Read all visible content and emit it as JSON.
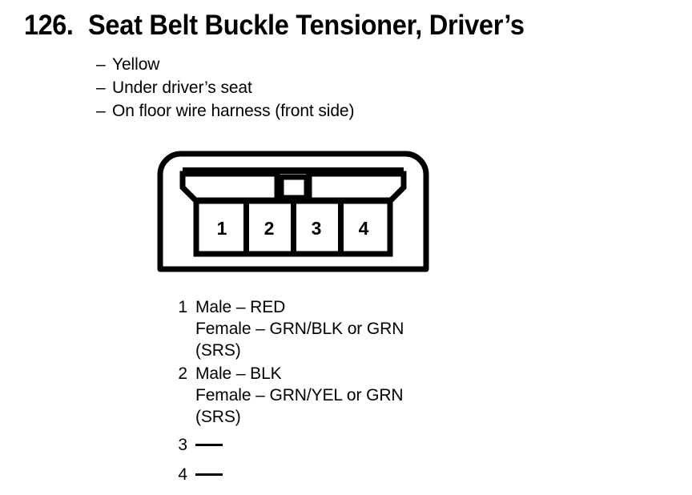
{
  "page": {
    "item_number": "126.",
    "title": "Seat Belt Buckle Tensioner, Driver’s"
  },
  "description": {
    "dash": "–",
    "items": [
      {
        "label": "Yellow"
      },
      {
        "label": "Under driver’s seat"
      },
      {
        "label": "On floor wire harness (front side)"
      }
    ]
  },
  "connector": {
    "name": "4-pin connector face view",
    "cavity_count": 4,
    "cavities": [
      {
        "number": "1"
      },
      {
        "number": "2"
      },
      {
        "number": "3"
      },
      {
        "number": "4"
      }
    ],
    "features": {
      "left_latch_tab": "chamfered-left-latch-tab",
      "center_notch": "center-square-notch",
      "right_latch_tab": "chamfered-right-latch-tab"
    },
    "line_color": "#000000",
    "fill_color": "#ffffff"
  },
  "pin_legend": {
    "pins": [
      {
        "number": "1",
        "lines": [
          "Male – RED",
          "Female – GRN/BLK or GRN",
          "(SRS)"
        ],
        "empty": false
      },
      {
        "number": "2",
        "lines": [
          "Male – BLK",
          "Female – GRN/YEL or GRN",
          "(SRS)"
        ],
        "empty": false
      },
      {
        "number": "3",
        "lines": [],
        "empty": true
      },
      {
        "number": "4",
        "lines": [],
        "empty": true
      }
    ]
  }
}
